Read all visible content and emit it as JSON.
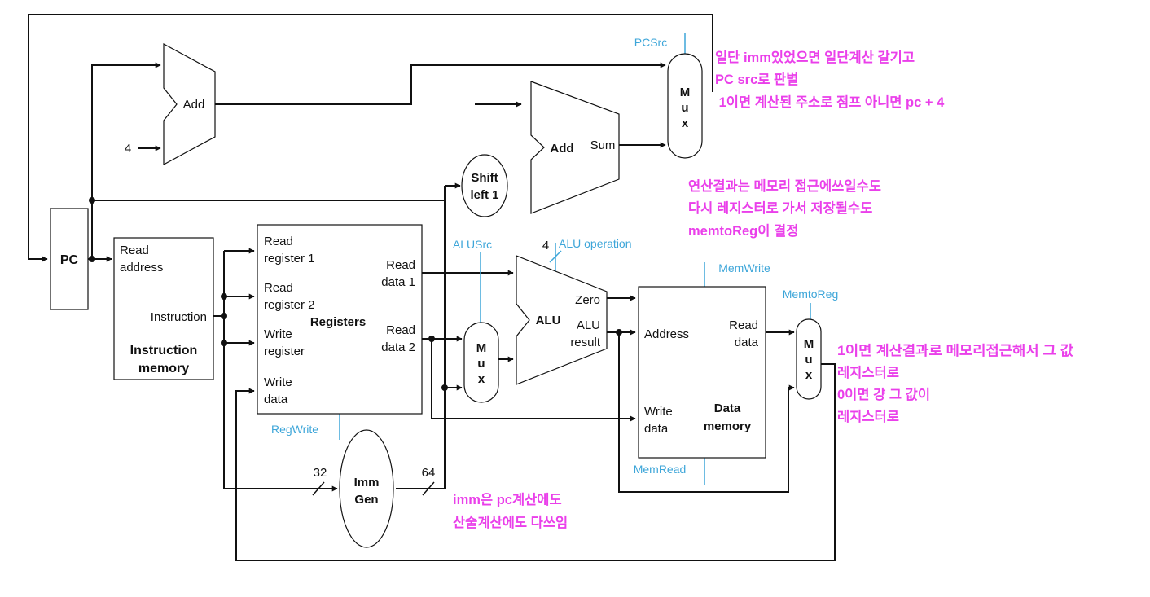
{
  "blocks": {
    "pc": "PC",
    "add_pc4": "Add",
    "add_branch": "Add",
    "sum": "Sum",
    "shift_left": [
      "Shift",
      "left 1"
    ],
    "alu": "ALU",
    "alu_zero": "Zero",
    "alu_result": [
      "ALU",
      "result"
    ],
    "imm_gen": [
      "Imm",
      "Gen"
    ],
    "registers_title": "Registers",
    "mux_letters": [
      "M",
      "u",
      "x"
    ]
  },
  "instruction_memory": {
    "read_address": [
      "Read",
      "address"
    ],
    "instruction": "Instruction",
    "title": [
      "Instruction",
      "memory"
    ]
  },
  "registers": {
    "read_register_1": [
      "Read",
      "register 1"
    ],
    "read_register_2": [
      "Read",
      "register 2"
    ],
    "write_register": [
      "Write",
      "register"
    ],
    "write_data": [
      "Write",
      "data"
    ],
    "read_data_1": [
      "Read",
      "data 1"
    ],
    "read_data_2": [
      "Read",
      "data 2"
    ]
  },
  "data_memory": {
    "address": "Address",
    "read_data": [
      "Read",
      "data"
    ],
    "write_data": [
      "Write",
      "data"
    ],
    "title": [
      "Data",
      "memory"
    ]
  },
  "constants": {
    "four": "4",
    "four_alu": "4",
    "bits_32": "32",
    "bits_64": "64"
  },
  "control_signals": {
    "pcsrc": "PCSrc",
    "alusrc": "ALUSrc",
    "alu_operation": "ALU operation",
    "memwrite": "MemWrite",
    "memtoreg": "MemtoReg",
    "regwrite": "RegWrite",
    "memread": "MemRead"
  },
  "annotations": {
    "pc_mux": [
      "일단 imm있었으면 일단계산 갈기고",
      "PC src로 판별",
      " 1이면 계산된 주소로 점프 아니면 pc + 4"
    ],
    "memtoreg_note": [
      "연산결과는 메모리 접근에쓰일수도",
      "다시 레지스터로 가서 저장될수도",
      "memtoReg이 결정"
    ],
    "wb_mux": [
      "1이면 계산결과로 메모리접근해서 그 값",
      "레지스터로",
      "0이면 걍 그 값이",
      "레지스터로"
    ],
    "imm_note": [
      "imm은 pc계산에도",
      "산술계산에도 다쓰임"
    ]
  },
  "colors": {
    "wire": "#111111",
    "control": "#3ea6d9",
    "annotation": "#ea3fea"
  }
}
